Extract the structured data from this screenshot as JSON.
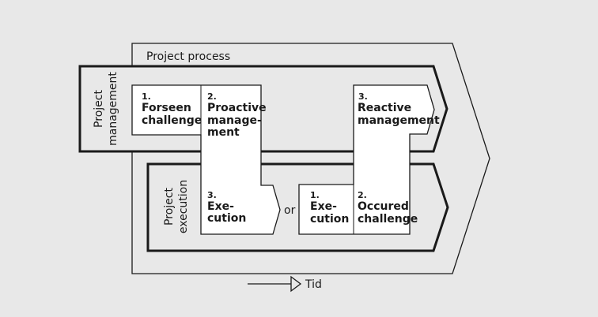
{
  "process": {
    "title": "Project process"
  },
  "management": {
    "label_line1": "Project",
    "label_line2": "management"
  },
  "execution": {
    "label_line1": "Project",
    "label_line2": "execution"
  },
  "steps": {
    "foreseen": {
      "number": "1.",
      "line1": "Forseen",
      "line2": "challenge"
    },
    "proactive": {
      "number": "2.",
      "line1": "Proactive",
      "line2": "manage-",
      "line3": "ment"
    },
    "execution_a": {
      "number": "3.",
      "line1": "Exe-",
      "line2": "cution"
    },
    "execution_b": {
      "number": "1.",
      "line1": "Exe-",
      "line2": "cution"
    },
    "occured": {
      "number": "2.",
      "line1": "Occured",
      "line2": "challenge"
    },
    "reactive": {
      "number": "3.",
      "line1": "Reactive",
      "line2": "management"
    }
  },
  "connector": {
    "or": "or"
  },
  "time_axis": {
    "label": "Tid"
  },
  "colors": {
    "background": "#e8e8e8",
    "stroke": "#1a1a1a",
    "box_fill": "#ffffff"
  }
}
